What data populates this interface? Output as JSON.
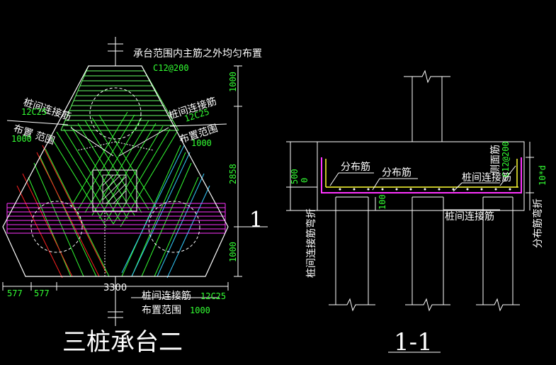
{
  "plan": {
    "note_top": "承台范围内主筋之外均匀布置",
    "spacing_top": "C12@200",
    "left_label": "桩间连接筋",
    "left_spec": "12C25",
    "left_range_label": "布置 范围",
    "left_range_val": "1000",
    "right_label": "桩间连接筋",
    "right_spec": "12C25",
    "right_range_label": "布置范围",
    "right_range_val": "1000",
    "dim_top": "1000",
    "dim_mid": "2858",
    "dim_bot": "1000",
    "dim_577a": "577",
    "dim_577b": "577",
    "dim_3300": "3300",
    "bottom_label": "桩间连接筋",
    "bottom_spec": "12C25",
    "bottom_range_label": "布置范围",
    "bottom_range_val": "1000",
    "section_mark": "1",
    "title": "三桩承台二"
  },
  "section": {
    "dist_bar_1": "分布筋",
    "dist_bar_2": "分布筋",
    "conn_bar": "桩间连接筋",
    "conn_bar_bottom": "桩间连接筋",
    "side_bar": "侧面筋",
    "side_spec": "C12@200",
    "dim_500": "500",
    "dim_0": "0",
    "dim_100": "100",
    "dim_10d": "10*d",
    "left_vertical_note": "桩间连接筋弯折",
    "right_vertical_note": "分布筋弯折",
    "title": "1-1"
  },
  "colors": {
    "line": "#ffffff",
    "green": "#33ff33",
    "red": "#ff2020",
    "magenta": "#ff33ff",
    "cyan": "#33ccff",
    "yellow": "#ffff33",
    "hatch_green": "#66ff66"
  }
}
